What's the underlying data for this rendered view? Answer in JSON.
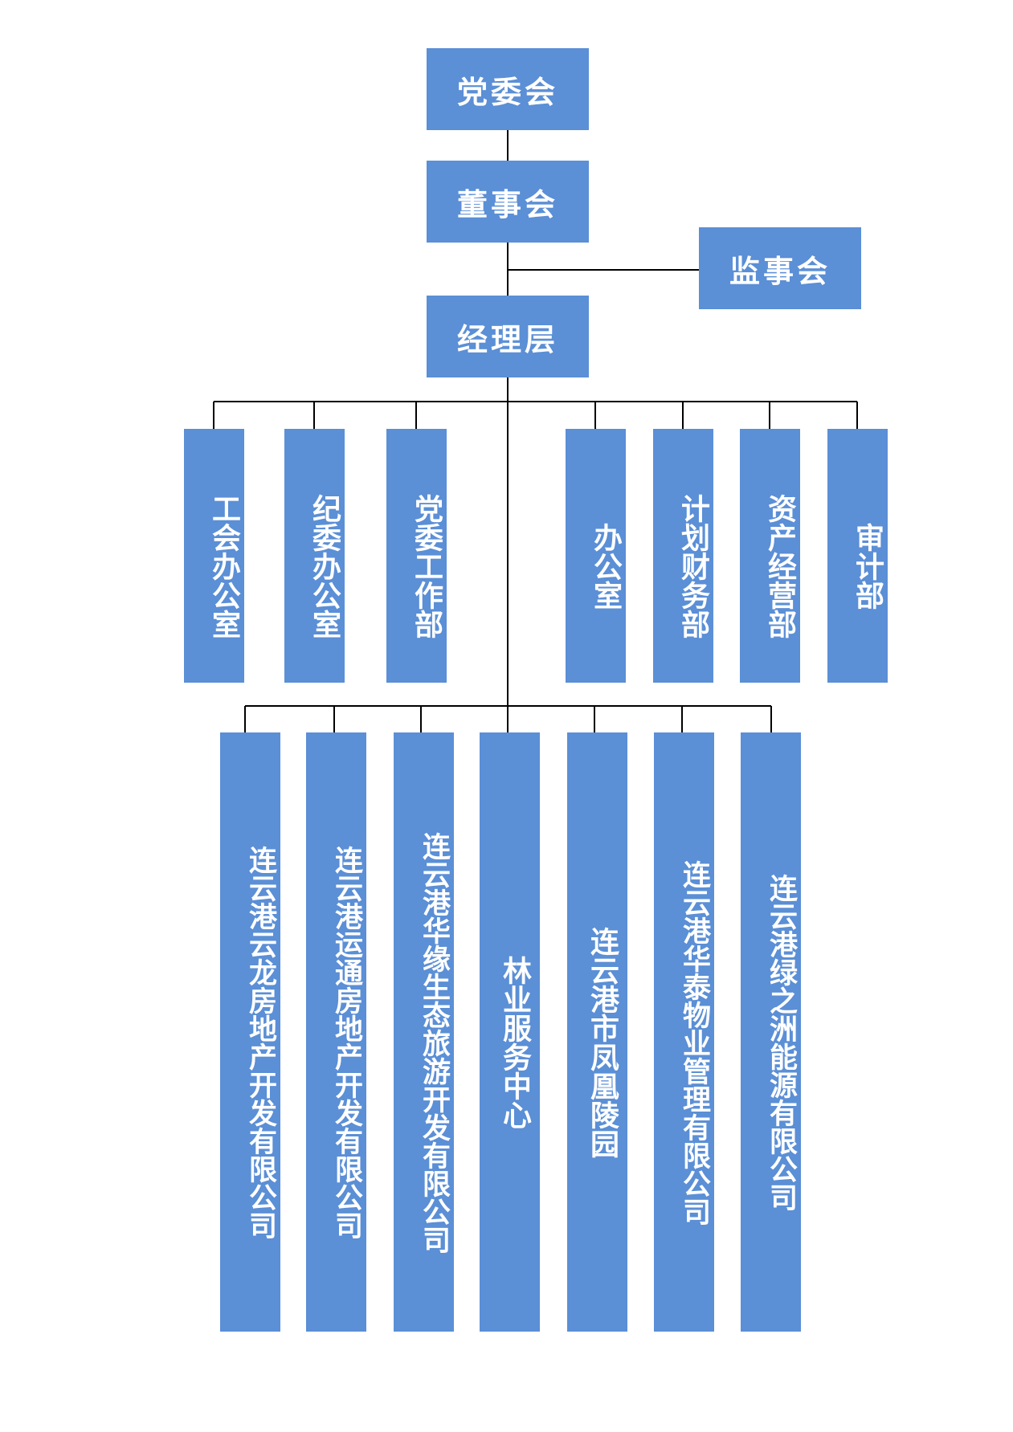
{
  "colors": {
    "box_fill": "#5b8fd6",
    "box_text": "#ffffff",
    "connector": "#000000",
    "background": "#ffffff"
  },
  "org": {
    "party_committee": "党委会",
    "board": "董事会",
    "supervisory_board": "监事会",
    "management": "经理层",
    "departments": [
      "工会办公室",
      "纪委办公室",
      "党委工作部",
      "办公室",
      "计划财务部",
      "资产经营部",
      "审计部"
    ],
    "subsidiaries": [
      "连云港云龙房地产开发有限公司",
      "连云港运通房地产开发有限公司",
      "连云港华缘生态旅游开发有限公司",
      "林业服务中心",
      "连云港市凤凰陵园",
      "连云港华泰物业管理有限公司",
      "连云港绿之洲能源有限公司"
    ]
  }
}
